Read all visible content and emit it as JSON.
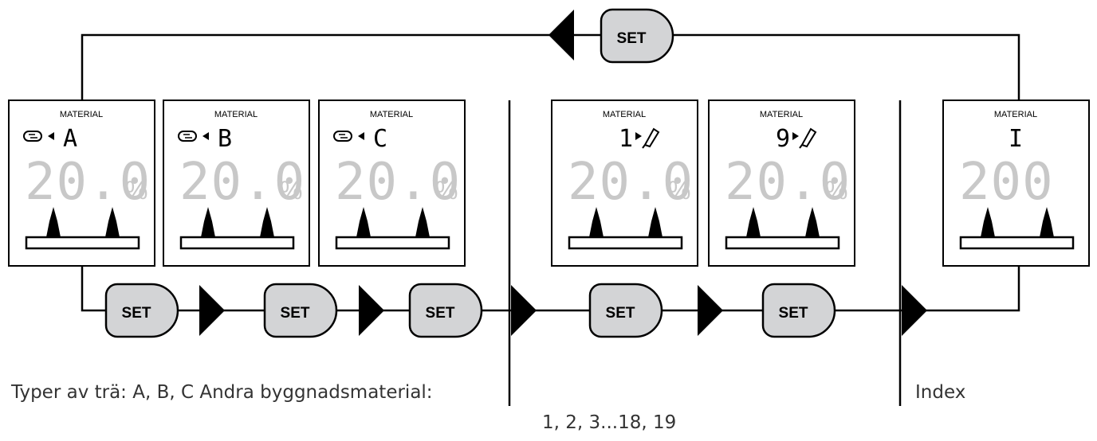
{
  "button_label": "SET",
  "panel_header": "MATERIAL",
  "panels": [
    {
      "indicator": "A",
      "value": "20.0",
      "unit": "%",
      "icon": "wood-icon"
    },
    {
      "indicator": "B",
      "value": "20.0",
      "unit": "%",
      "icon": "wood-icon"
    },
    {
      "indicator": "C",
      "value": "20.0",
      "unit": "%",
      "icon": "wood-icon"
    },
    {
      "indicator": "1",
      "value": "20.0",
      "unit": "%",
      "icon": "pen-icon"
    },
    {
      "indicator": "9",
      "value": "20.0",
      "unit": "%",
      "icon": "pen-icon"
    },
    {
      "indicator": "I",
      "value": "200",
      "unit": "",
      "icon": ""
    }
  ],
  "captions": {
    "wood_types": "Typer av trä: A, B, C Andra byggnadsmaterial:",
    "building_range": "1, 2, 3...18, 19",
    "index": "Index"
  },
  "colors": {
    "line": "#000000",
    "button_fill": "#d3d4d6",
    "segment_dim": "#c8c8c8",
    "caption": "#333333"
  }
}
